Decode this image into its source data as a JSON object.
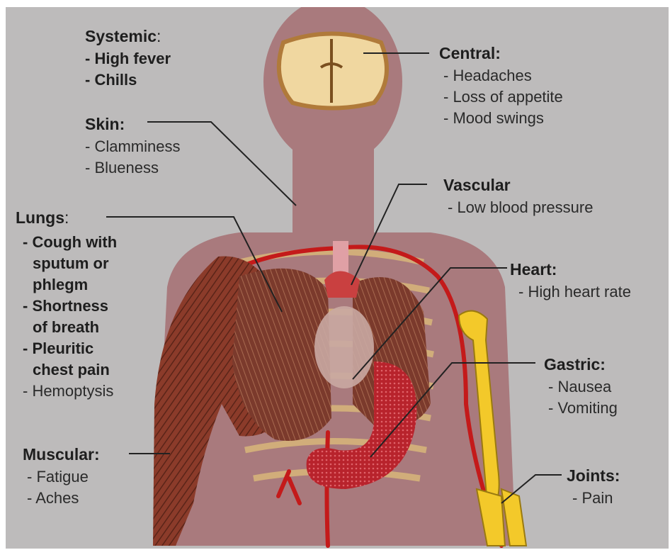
{
  "labels": {
    "systemic": {
      "title": "Systemic",
      "title_suffix": ":",
      "items": [
        "- High fever",
        "- Chills"
      ]
    },
    "skin": {
      "title": "Skin:",
      "items": [
        "- Clamminess",
        "- Blueness"
      ]
    },
    "lungs": {
      "title": "Lungs",
      "title_suffix": ":",
      "items": [
        "- Cough with",
        "sputum or",
        "phlegm",
        "- Shortness",
        "of breath",
        "- Pleuritic",
        "chest pain",
        "- Hemoptysis"
      ]
    },
    "muscular": {
      "title": "Muscular:",
      "items": [
        "- Fatigue",
        "- Aches"
      ]
    },
    "central": {
      "title": "Central:",
      "items": [
        "- Headaches",
        "- Loss of appetite",
        "- Mood swings"
      ]
    },
    "vascular": {
      "title": "Vascular",
      "items": [
        "- Low blood pressure"
      ]
    },
    "heart": {
      "title": "Heart:",
      "items": [
        "- High heart rate"
      ]
    },
    "gastric": {
      "title": "Gastric:",
      "items": [
        "- Nausea",
        "- Vomiting"
      ]
    },
    "joints": {
      "title": "Joints:",
      "items": [
        "- Pain"
      ]
    }
  },
  "colors": {
    "background": "#bdbbbb",
    "body_silhouette": "#a97a7d",
    "muscle": "#8a3a2a",
    "lung": "#7a3528",
    "stomach": "#b3272f",
    "artery": "#c41a1a",
    "bone": "#f3c92a",
    "brain": "#f0d7a0",
    "ribs": "#d8b77a",
    "leader_line": "#222222"
  }
}
